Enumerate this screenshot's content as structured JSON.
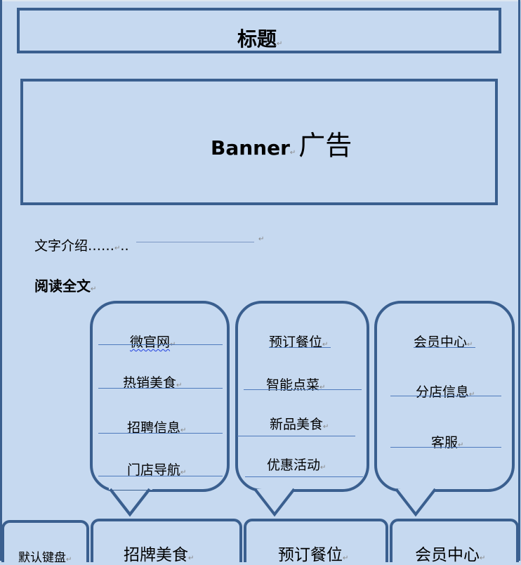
{
  "header": {
    "title": "标题"
  },
  "banner": {
    "label_latin": "Banner",
    "label_cjk": "广告"
  },
  "intro": {
    "text": "文字介绍……",
    "dots": ".."
  },
  "read_more": {
    "label": "阅读全文"
  },
  "paragraph_mark": "↵",
  "submenus": [
    {
      "items": [
        {
          "label": "微官网"
        },
        {
          "label": "热销美食"
        },
        {
          "label": "招聘信息"
        },
        {
          "label": "门店导航"
        }
      ]
    },
    {
      "items": [
        {
          "label": "预订餐位"
        },
        {
          "label": "智能点菜"
        },
        {
          "label": "新品美食"
        },
        {
          "label": "优惠活动"
        }
      ]
    },
    {
      "items": [
        {
          "label": "会员中心"
        },
        {
          "label": "分店信息"
        },
        {
          "label": "客服"
        }
      ]
    }
  ],
  "bottom_nav": {
    "keyboard": {
      "label": "默认键盘"
    },
    "tabs": [
      {
        "label": "招牌美食"
      },
      {
        "label": "预订餐位"
      },
      {
        "label": "会员中心"
      }
    ]
  },
  "colors": {
    "background": "#c6d9f0",
    "border": "#3a5f8f",
    "underline": "#4f7bbd"
  }
}
